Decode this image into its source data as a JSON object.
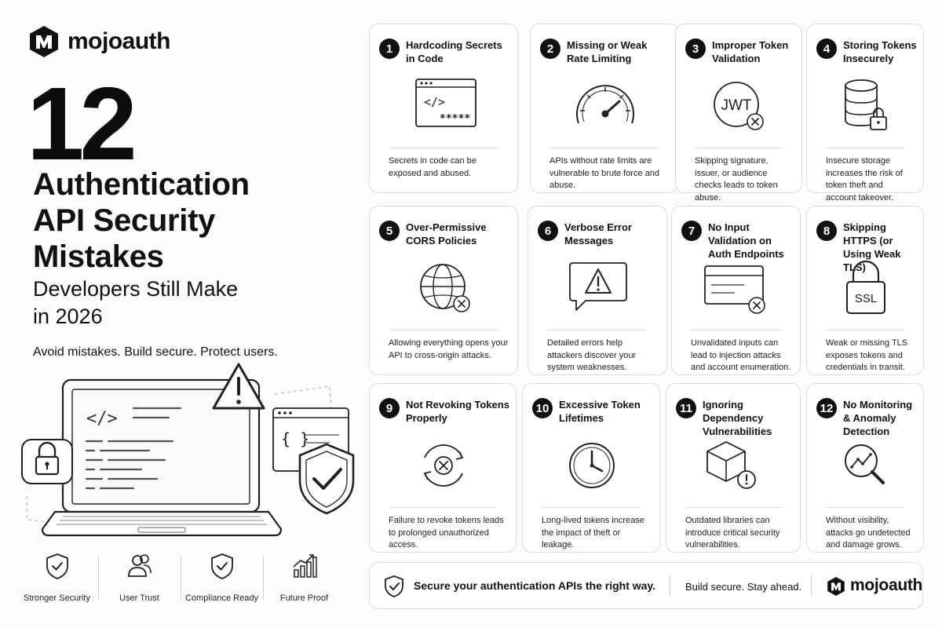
{
  "brand": {
    "name": "mojoauth"
  },
  "hero": {
    "number": "12",
    "title_lines": [
      "Authentication",
      "API Security",
      "Mistakes"
    ],
    "subtitle_lines": [
      "Developers Still Make",
      "in 2026"
    ],
    "tagline": "Avoid mistakes. Build secure. Protect users."
  },
  "illustration": {
    "keyboard_glyph": "{ }",
    "code_glyph": "</>"
  },
  "features": [
    {
      "label": "Stronger Security",
      "icon": "shield-check-icon"
    },
    {
      "label": "User Trust",
      "icon": "users-icon"
    },
    {
      "label": "Compliance Ready",
      "icon": "shield-check-icon"
    },
    {
      "label": "Future Proof",
      "icon": "growth-chart-icon"
    }
  ],
  "cards": [
    {
      "number": "1",
      "title": "Hardcoding Secrets in Code",
      "desc": "Secrets in code can be exposed and abused.",
      "icon": "code-window-icon",
      "icon_text": "</>",
      "icon_mask": "*****"
    },
    {
      "number": "2",
      "title": "Missing or Weak Rate Limiting",
      "desc": "APIs without rate limits are vulnerable to brute force and abuse.",
      "icon": "speedometer-icon"
    },
    {
      "number": "3",
      "title": "Improper Token Validation",
      "desc": "Skipping signature, issuer, or audience checks leads to token abuse.",
      "icon": "jwt-token-icon",
      "icon_text": "JWT"
    },
    {
      "number": "4",
      "title": "Storing Tokens Insecurely",
      "desc": "Insecure storage increases the risk of token theft and account takeover.",
      "icon": "database-lock-icon"
    },
    {
      "number": "5",
      "title": "Over-Permissive CORS Policies",
      "desc": "Allowing everything opens your API to cross-origin attacks.",
      "icon": "globe-x-icon"
    },
    {
      "number": "6",
      "title": "Verbose Error Messages",
      "desc": "Detailed errors help attackers discover your system weaknesses.",
      "icon": "warning-message-icon"
    },
    {
      "number": "7",
      "title": "No Input Validation on Auth Endpoints",
      "desc": "Unvalidated inputs can lead to injection attacks and account enumeration.",
      "icon": "input-form-x-icon"
    },
    {
      "number": "8",
      "title": "Skipping HTTPS (or Using Weak TLS)",
      "desc": "Weak or missing TLS exposes tokens and credentials in transit.",
      "icon": "ssl-lock-icon",
      "icon_text": "SSL"
    },
    {
      "number": "9",
      "title": "Not Revoking Tokens Properly",
      "desc": "Failure to revoke tokens leads to prolonged unauthorized access.",
      "icon": "revoke-cycle-icon"
    },
    {
      "number": "10",
      "title": "Excessive Token Lifetimes",
      "desc": "Long-lived tokens increase the impact of theft or leakage.",
      "icon": "clock-icon"
    },
    {
      "number": "11",
      "title": "Ignoring Dependency Vulnerabilities",
      "desc": "Outdated libraries can introduce critical security vulnerabilities.",
      "icon": "package-alert-icon"
    },
    {
      "number": "12",
      "title": "No Monitoring & Anomaly Detection",
      "desc": "Without visibility, attacks go undetected and damage grows.",
      "icon": "magnifier-trend-icon"
    }
  ],
  "footer": {
    "main": "Secure your authentication APIs the right way.",
    "sub": "Build secure. Stay ahead.",
    "brand": "mojoauth"
  }
}
